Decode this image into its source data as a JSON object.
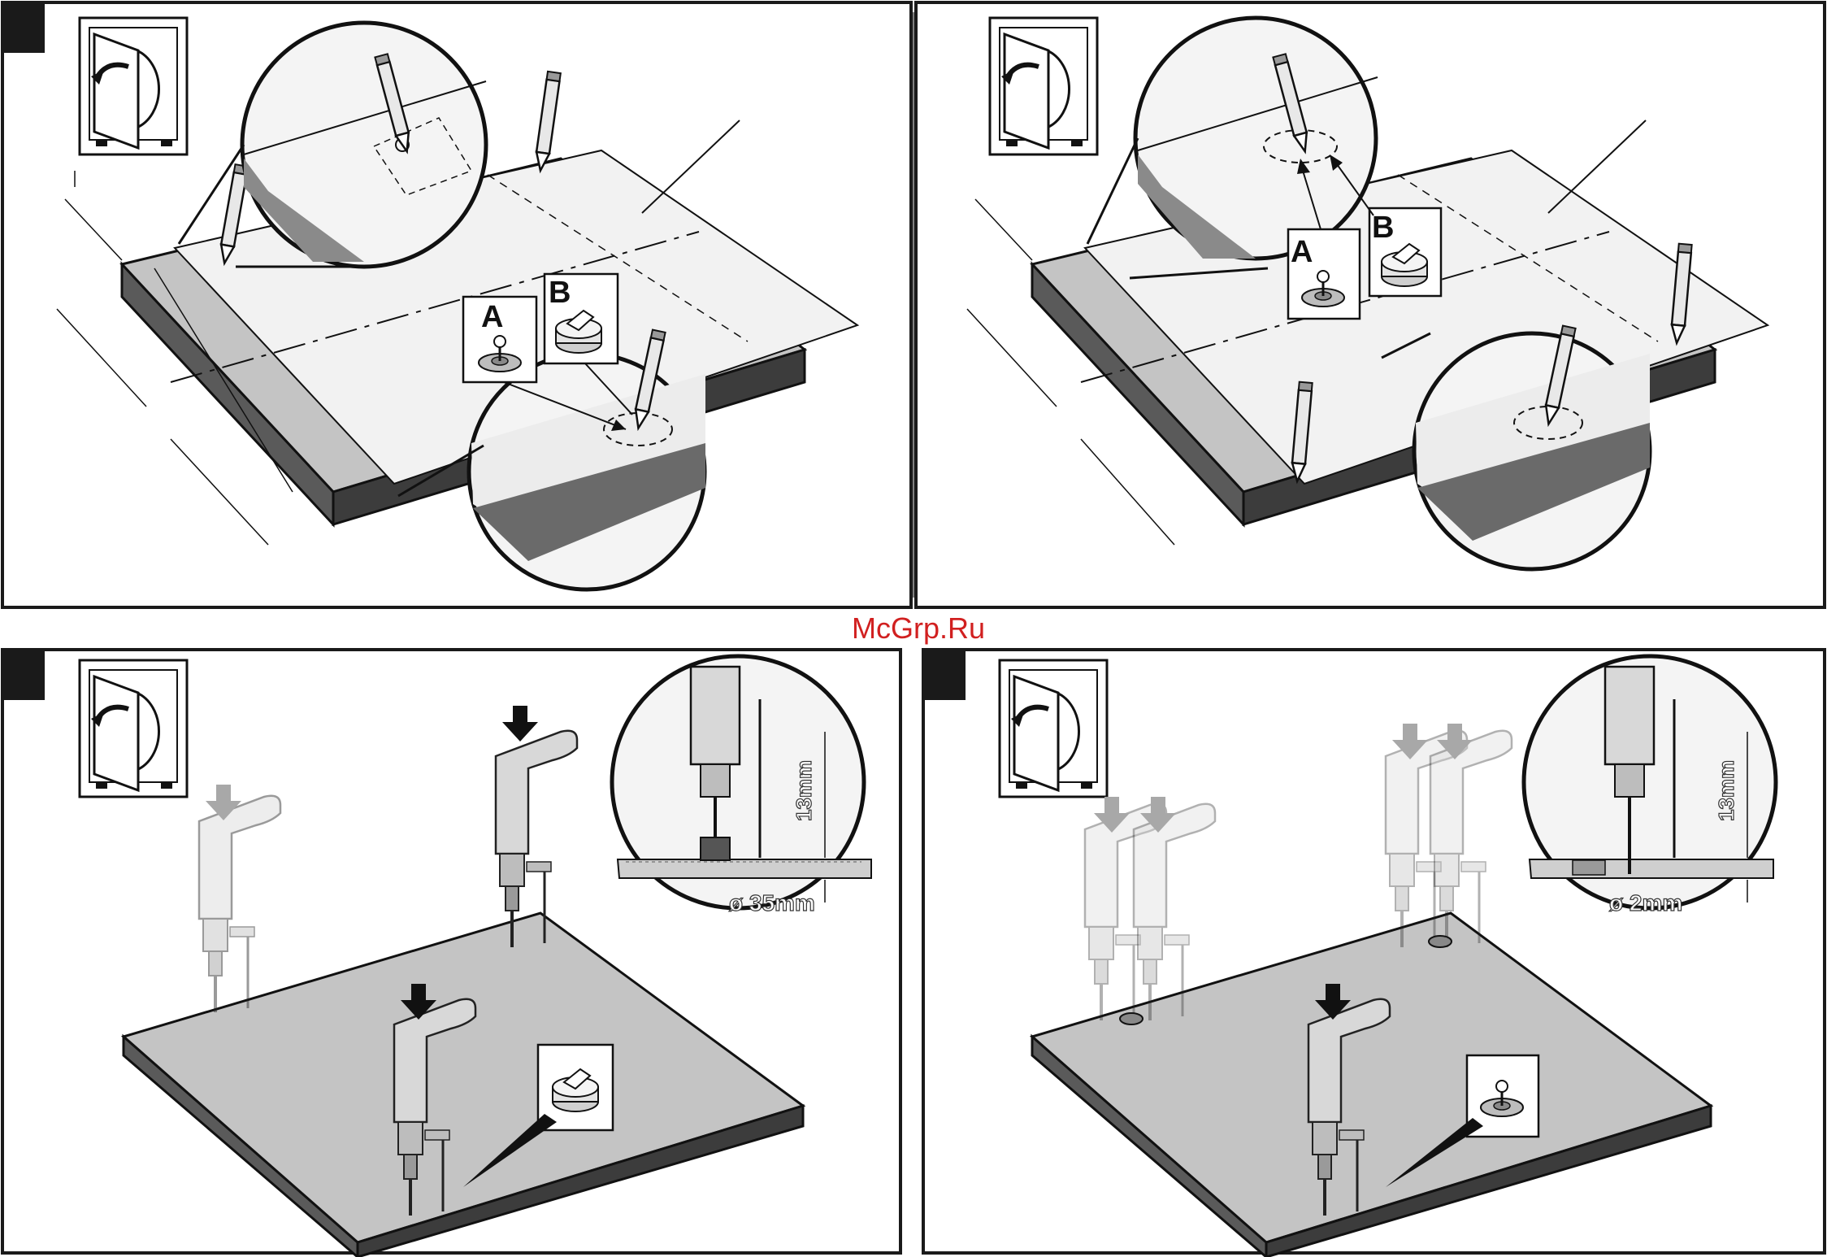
{
  "watermark": "McGrp.Ru",
  "callouts": {
    "panel1_a": "A",
    "panel1_b": "B",
    "panel2_a": "A",
    "panel2_b": "B"
  },
  "dimensions": {
    "panel3_diameter": "ø 35mm",
    "panel3_depth": "13mm",
    "panel4_diameter": "ø 2mm",
    "panel4_depth": "13mm"
  },
  "colors": {
    "board_top": "#c4c4c4",
    "board_edge": "#5a5a5a",
    "template_paper": "#f2f2f2",
    "frame": "#1a1a1a",
    "watermark": "#d12020"
  }
}
